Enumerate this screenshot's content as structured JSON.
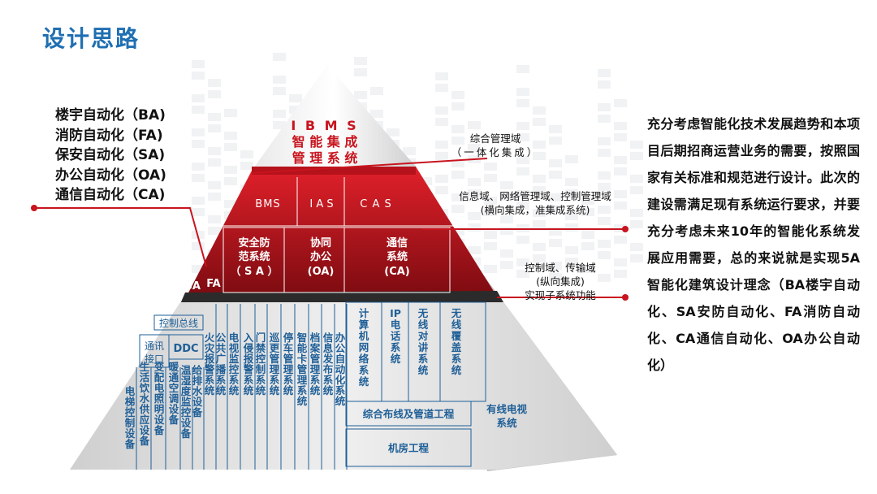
{
  "title": "设计思路",
  "left_list": [
    "楼宇自动化（BA)",
    "消防自动化（FA)",
    "保安自动化（SA)",
    "办公自动化（OA)",
    "通信自动化（CA)"
  ],
  "description": "充分考虑智能化技术发展趋势和本项目后期招商运营业务的需要，按照国家有关标准和规范进行设计。此次的建设需满足现有系统运行要求，并要充分考虑未来10年的智能化系统发展应用需要，总的来说就是实现5A智能化建筑设计理念（BA楼宇自动化、SA安防自动化、FA消防自动化、CA通信自动化、OA办公自动化）",
  "annotations": {
    "top": [
      "综合管理域",
      "（一体化集成）"
    ],
    "middle": [
      "信息域、网络管理域、控制管理域",
      "(横向集成，准集成系统)"
    ],
    "bottom": [
      "控制域、传输域",
      "(纵向集成)",
      "实现子系统功能"
    ]
  },
  "pyramid": {
    "apex": [
      "I B M S",
      "智 能 集 成",
      "管 理 系 统"
    ],
    "middle_headers": [
      "BMS",
      "I A S",
      "C A S"
    ],
    "middle_cells": {
      "ba": "BA",
      "fa": "FA",
      "sa": [
        "安全防",
        "范系统",
        "（ S A ）"
      ],
      "oa": [
        "协同",
        "办公",
        "(OA)"
      ],
      "ca": [
        "通信",
        "系统",
        "(CA)"
      ]
    },
    "base": {
      "control_bus": "控制总线",
      "comm_port": [
        "通讯",
        "接口"
      ],
      "ddc": "DDC",
      "vertical": [
        "电梯控制设备",
        "生活饮水供应设备",
        "变配电照明设备",
        "暖通空调设备",
        "温湿度监控设备",
        "给排水设备",
        "火灾报警系统",
        "公共广播系统",
        "电视监控系统",
        "入侵报警系统",
        "门禁控制系统",
        "巡更管理系统",
        "停车管理系统",
        "智能卡管理系统",
        "档案管理系统",
        "信息发布系统",
        "办公自动化系统"
      ],
      "ca_cells": [
        "计算机网络系统",
        "IP电话系统",
        "无线对讲系统",
        "无线覆盖系统"
      ],
      "cabling": "综合布线及管道工程",
      "machine_room": "机房工程",
      "catv": [
        "有线电视",
        "系统"
      ]
    }
  }
}
